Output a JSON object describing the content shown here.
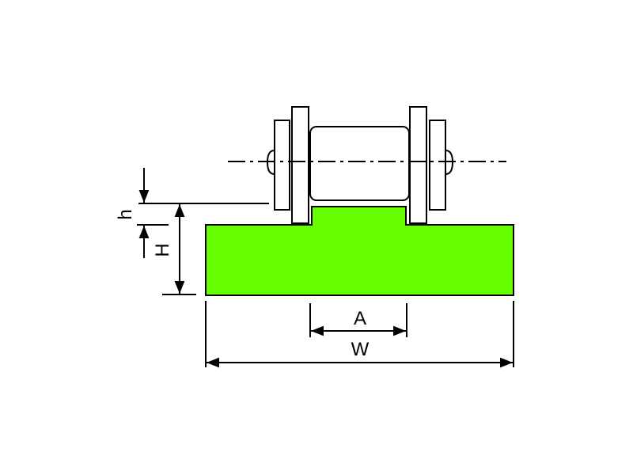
{
  "diagram": {
    "labels": {
      "h": "h",
      "H": "H",
      "A": "A",
      "W": "W"
    },
    "colors": {
      "base_fill": "#66ff00",
      "line": "#000000",
      "background": "#ffffff"
    }
  }
}
